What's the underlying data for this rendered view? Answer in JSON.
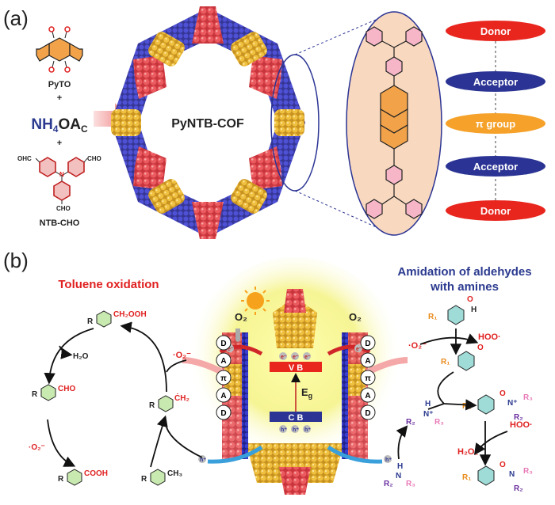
{
  "panel_a": {
    "label": "(a)",
    "reactant1": "PyTO",
    "plus1": "+",
    "reactant2_main": "NH",
    "reactant2_sub": "4",
    "reactant2_rest": "OA",
    "reactant2_sub2": "C",
    "plus2": "+",
    "reactant3": "NTB-CHO",
    "ohc_left": "OHC",
    "cho_right": "CHO",
    "cho_bottom": "CHO",
    "n_atom": "N",
    "product": "PyNTB-COF",
    "blocks": [
      "Donor",
      "Acceptor",
      "π group",
      "Acceptor",
      "Donor"
    ],
    "colors": {
      "donor": "#e8261e",
      "acceptor": "#2b3494",
      "pi": "#f5a12a"
    }
  },
  "panel_b": {
    "label": "(b)",
    "toluene_title": "Toluene oxidation",
    "amidation_title_1": "Amidation of aldehydes",
    "amidation_title_2": "with amines",
    "o2": "O₂",
    "superoxide": "·O₂⁻",
    "electron": "e⁻",
    "hole": "h⁺",
    "vb": "V B",
    "cb": "C B",
    "eg": "E",
    "eg_sub": "g",
    "da_stack": [
      "D",
      "A",
      "π",
      "A",
      "D"
    ],
    "toluene": {
      "ch2ooh": "CH₂OOH",
      "h2o": "H₂O",
      "cho": "CHO",
      "ch2": "ĊH₂",
      "cooh": "COOH",
      "ch3": "CH₃",
      "r": "R"
    },
    "amidation": {
      "r1": "R₁",
      "r2": "R₂",
      "r3": "R₃",
      "hoo": "HOO·",
      "h2o2": "H₂O₂",
      "o": "O",
      "h": "H",
      "n_plus": "N⁺",
      "n": "N"
    }
  }
}
